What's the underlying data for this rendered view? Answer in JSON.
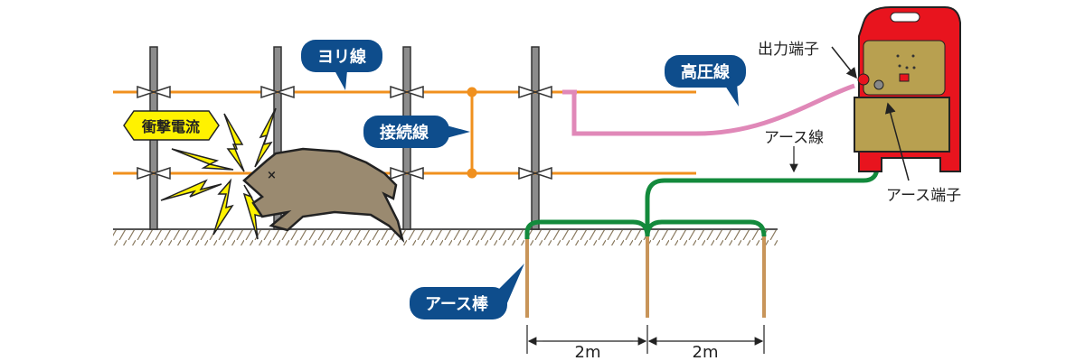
{
  "labels": {
    "twisted_wire": "ヨリ線",
    "connecting_wire": "接続線",
    "high_voltage_wire": "高圧線",
    "shock_current": "衝撃電流",
    "output_terminal": "出力端子",
    "earth_wire": "アース線",
    "earth_terminal": "アース端子",
    "earth_rod": "アース棒"
  },
  "dimensions": [
    "2m",
    "2m"
  ],
  "colors": {
    "fence_wire": "#f0901e",
    "high_voltage": "#e088b8",
    "earth_wire": "#138a3c",
    "bubble": "#0e4d8c",
    "energizer": "#e8141e",
    "panel": "#b8a050",
    "shock": "#fff200"
  }
}
